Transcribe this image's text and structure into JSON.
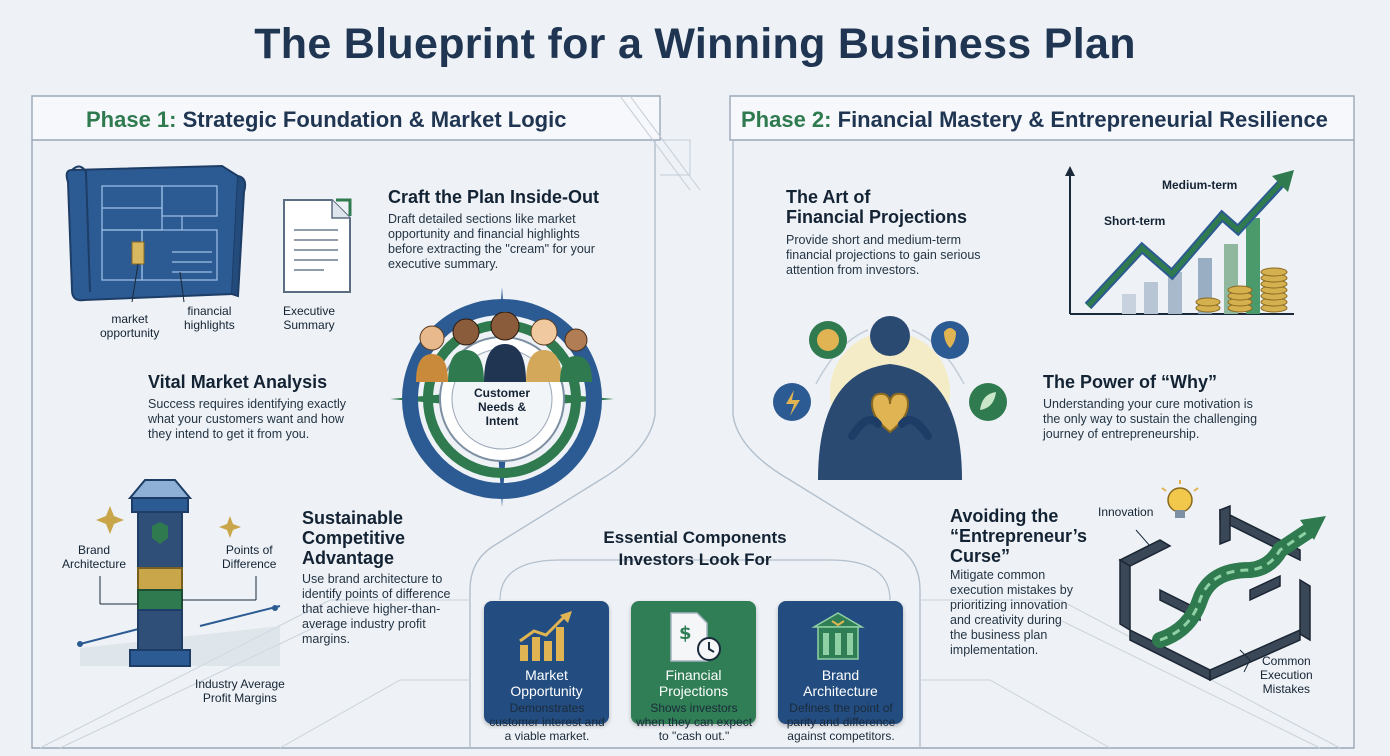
{
  "title": "The Blueprint for a Winning Business Plan",
  "phase1": {
    "prefix": "Phase 1:",
    "name": "Strategic Foundation & Market Logic",
    "craft": {
      "title": "Craft the Plan Inside-Out",
      "body": [
        "Draft detailed sections like market",
        "opportunity and financial highlights",
        "before extracting the \"cream\" for your",
        "executive summary."
      ],
      "label_market": [
        "market",
        "opportunity"
      ],
      "label_financial": [
        "financial",
        "highlights"
      ],
      "label_exec": [
        "Executive",
        "Summary"
      ]
    },
    "market": {
      "title": "Vital Market Analysis",
      "body": [
        "Success requires identifying exactly",
        "what your customers want and how",
        "they intend to get it from you."
      ],
      "compass_label": [
        "Customer",
        "Needs &",
        "Intent"
      ]
    },
    "advantage": {
      "title": [
        "Sustainable",
        "Competitive",
        "Advantage"
      ],
      "body": [
        "Use brand architecture to",
        "identify points of difference",
        "that achieve higher-than-",
        "average industry profit",
        "margins."
      ],
      "label_brand": [
        "Brand",
        "Architecture"
      ],
      "label_points": [
        "Points of",
        "Difference"
      ],
      "label_industry": [
        "Industry Average",
        "Profit Margins"
      ]
    }
  },
  "phase2": {
    "prefix": "Phase 2:",
    "name": "Financial Mastery & Entrepreneurial Resilience",
    "projections": {
      "title": [
        "The Art of",
        "Financial Projections"
      ],
      "body": [
        "Provide short and medium-term",
        "financial projections to gain serious",
        "attention from investors."
      ],
      "label_short": "Short-term",
      "label_medium": "Medium-term"
    },
    "why": {
      "title": "The Power of “Why”",
      "body": [
        "Understanding your cure motivation is",
        "the only way to sustain the challenging",
        "journey of entrepreneurship."
      ]
    },
    "curse": {
      "title": [
        "Avoiding the",
        "“Entrepreneur’s",
        "Curse”"
      ],
      "body": [
        "Mitigate common",
        "execution mistakes by",
        "prioritizing innovation",
        "and creativity during",
        "the business plan",
        "implementation."
      ],
      "label_innovation": "Innovation",
      "label_mistakes": [
        "Common",
        "Execution",
        "Mistakes"
      ]
    }
  },
  "components": {
    "title": [
      "Essential Components",
      "Investors Look For"
    ],
    "cards": [
      {
        "label": [
          "Market",
          "Opportunity"
        ],
        "desc": [
          "Demonstrates",
          "customer interest and",
          "a viable market."
        ],
        "color": "#234d80",
        "icon": "bar-chart-icon"
      },
      {
        "label": [
          "Financial",
          "Projections"
        ],
        "desc": [
          "Shows investors",
          "when they can expect",
          "to \"cash out.\""
        ],
        "color": "#2f7e55",
        "icon": "document-dollar-icon"
      },
      {
        "label": [
          "Brand",
          "Architecture"
        ],
        "desc": [
          "Defines the point of",
          "parity and difference",
          "against competitors."
        ],
        "color": "#234d80",
        "icon": "building-icon"
      }
    ]
  },
  "colors": {
    "navy": "#1f3552",
    "green": "#2f7a4f",
    "blue": "#2d5d93",
    "gold": "#c9a64a"
  }
}
